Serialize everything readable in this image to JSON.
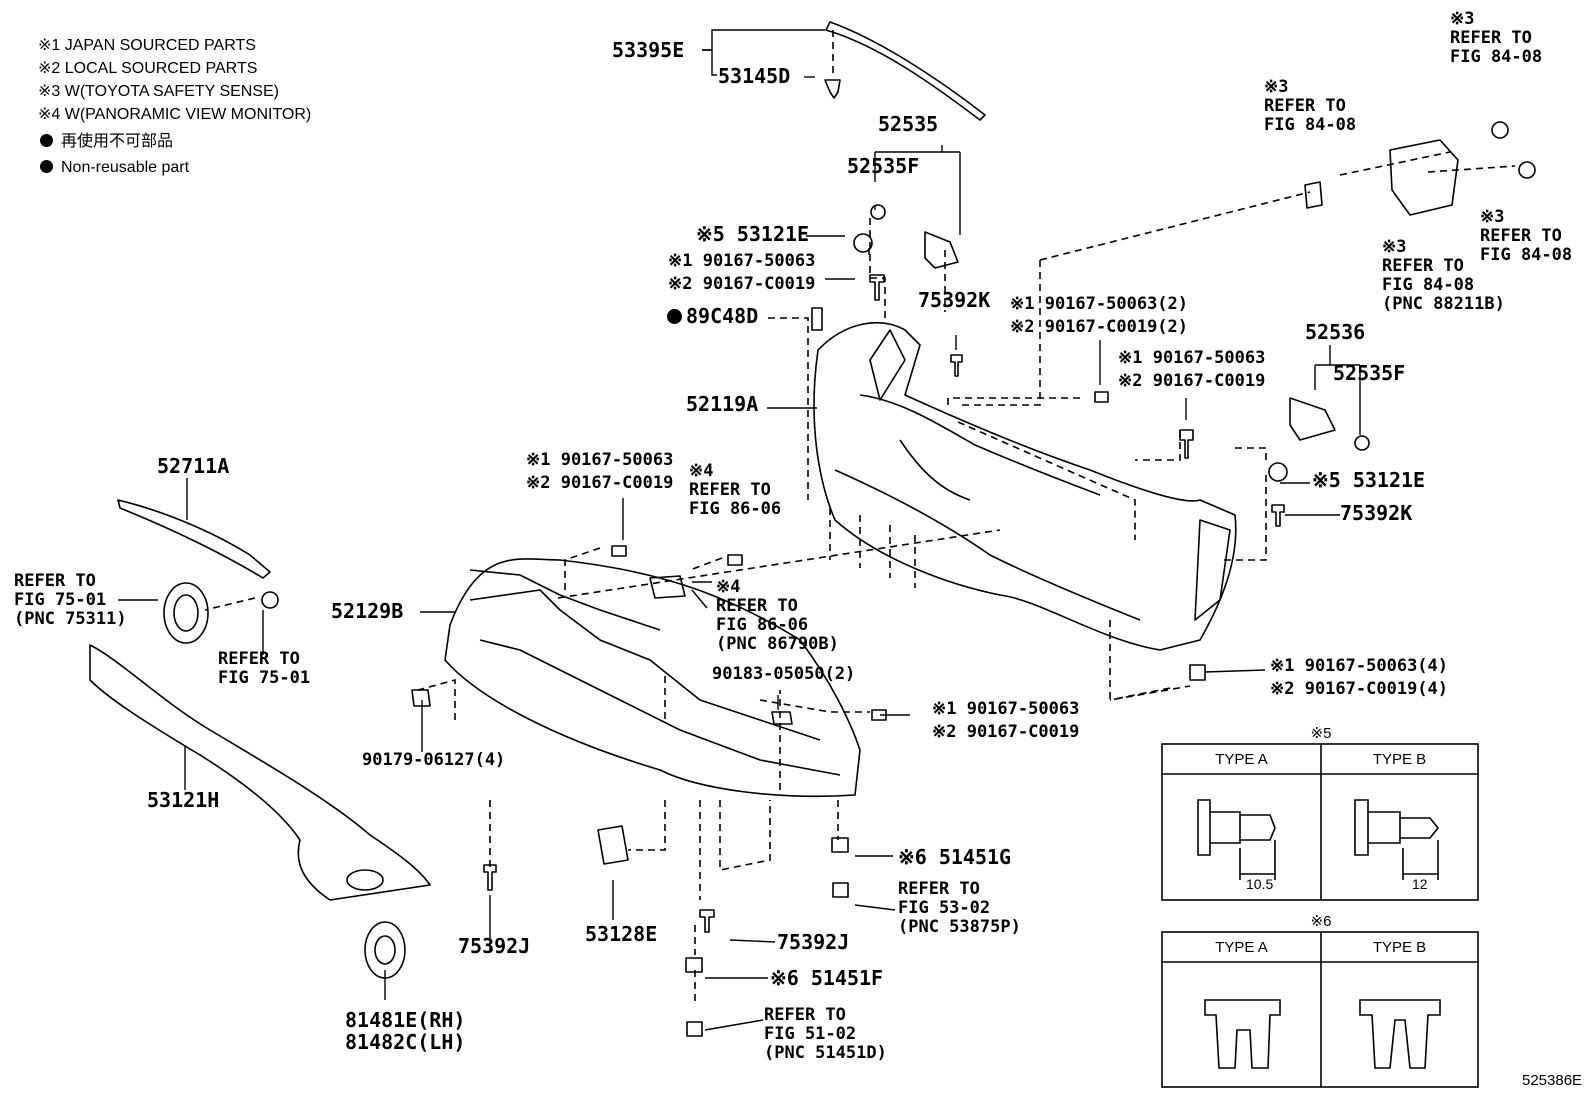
{
  "legend": {
    "note1": "※1 JAPAN SOURCED PARTS",
    "note2": "※2 LOCAL SOURCED PARTS",
    "note3": "※3 W(TOYOTA SAFETY SENSE)",
    "note4": "※4 W(PANORAMIC VIEW MONITOR)",
    "non_reusable_jp": "再使用不可部品",
    "non_reusable_en": "Non-reusable part"
  },
  "parts": {
    "p53395E": "53395E",
    "p53145D": "53145D",
    "p52535": "52535",
    "p52535F_top": "52535F",
    "p53121E_top": "※5 53121E",
    "p90167_a1": "※1 90167-50063",
    "p90167_a2": "※2 90167-C0019",
    "p89C48D": "89C48D",
    "p75392K_top": "75392K",
    "p90167_b1": "※1 90167-50063(2)",
    "p90167_b2": "※2 90167-C0019(2)",
    "p90167_c1": "※1 90167-50063",
    "p90167_c2": "※2 90167-C0019",
    "p52536": "52536",
    "p52535F_right": "52535F",
    "p53121E_right": "※5 53121E",
    "p75392K_right": "75392K",
    "p52119A": "52119A",
    "p52711A": "52711A",
    "p90167_d1": "※1 90167-50063",
    "p90167_d2": "※2 90167-C0019",
    "p52129B": "52129B",
    "p90167_e1": "※1 90167-50063(4)",
    "p90167_e2": "※2 90167-C0019(4)",
    "p90183": "90183-05050(2)",
    "p90167_f1": "※1 90167-50063",
    "p90167_f2": "※2 90167-C0019",
    "p90179": "90179-06127(4)",
    "p53121H": "53121H",
    "p51451G": "※6 51451G",
    "p75392J_left": "75392J",
    "p53128E": "53128E",
    "p75392J_right": "75392J",
    "p51451F": "※6 51451F",
    "p81481E": "81481E(RH)",
    "p81482C": "81482C(LH)"
  },
  "refs": {
    "r1": "※3\nREFER TO\nFIG 84-08",
    "r2": "※3\nREFER TO\nFIG 84-08",
    "r3": "※3\nREFER TO\nFIG 84-08",
    "r4": "※3\nREFER TO\nFIG 84-08\n(PNC 88211B)",
    "r5": "※4\nREFER TO\nFIG 86-06",
    "r6": "※4\nREFER TO\nFIG 86-06\n(PNC 86790B)",
    "r7": "REFER TO\nFIG 75-01\n(PNC 75311)",
    "r8": "REFER TO\nFIG 75-01",
    "r9": "REFER TO\nFIG 53-02\n(PNC 53875P)",
    "r10": "REFER TO\nFIG 51-02\n(PNC 51451D)"
  },
  "type_boxes": {
    "box5": {
      "title": "※5",
      "type_a": "TYPE A",
      "type_b": "TYPE B",
      "dim_a": "10.5",
      "dim_b": "12"
    },
    "box6": {
      "title": "※6",
      "type_a": "TYPE A",
      "type_b": "TYPE B"
    }
  },
  "figure_code": "525386E"
}
